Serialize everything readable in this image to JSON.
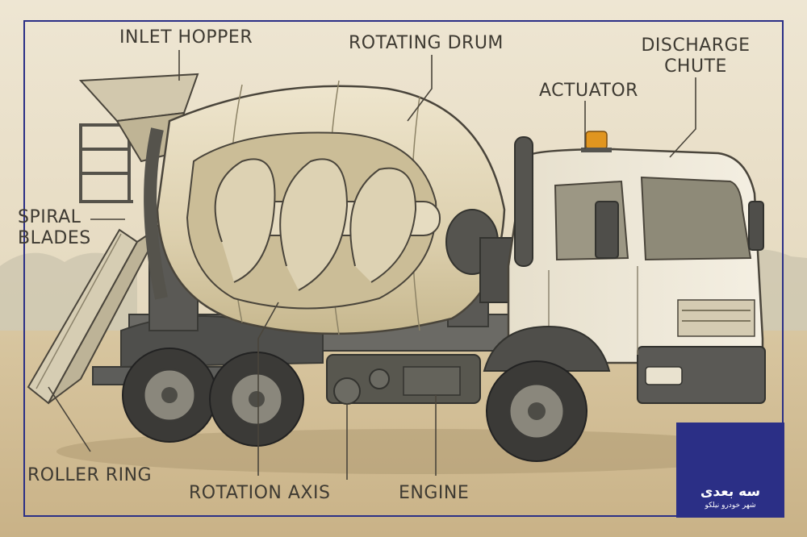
{
  "labels": {
    "inlet_hopper": "INLET HOPPER",
    "rotating_drum": "ROTATING DRUM",
    "actuator": "ACTUATOR",
    "discharge_chute_line1": "DISCHARGE",
    "discharge_chute_line2": "CHUTE",
    "spiral_blades_line1": "SPIRAL",
    "spiral_blades_line2": "BLADES",
    "roller_ring": "ROLLER RING",
    "rotation_axis": "ROTATION AXIS",
    "engine": "ENGINE"
  },
  "badge": {
    "brand_text": "سه بعدی",
    "subtitle": "شهر خودرو نیلکو"
  },
  "colors": {
    "frame": "#2b2f86",
    "badge_bg": "#2b2f86",
    "label_text": "#3e3a32",
    "leader_line": "#4a453b",
    "drum": "#e2d6b8",
    "cab": "#eee7d6",
    "chassis": "#5d5d5a",
    "beacon": "#e0951f"
  }
}
